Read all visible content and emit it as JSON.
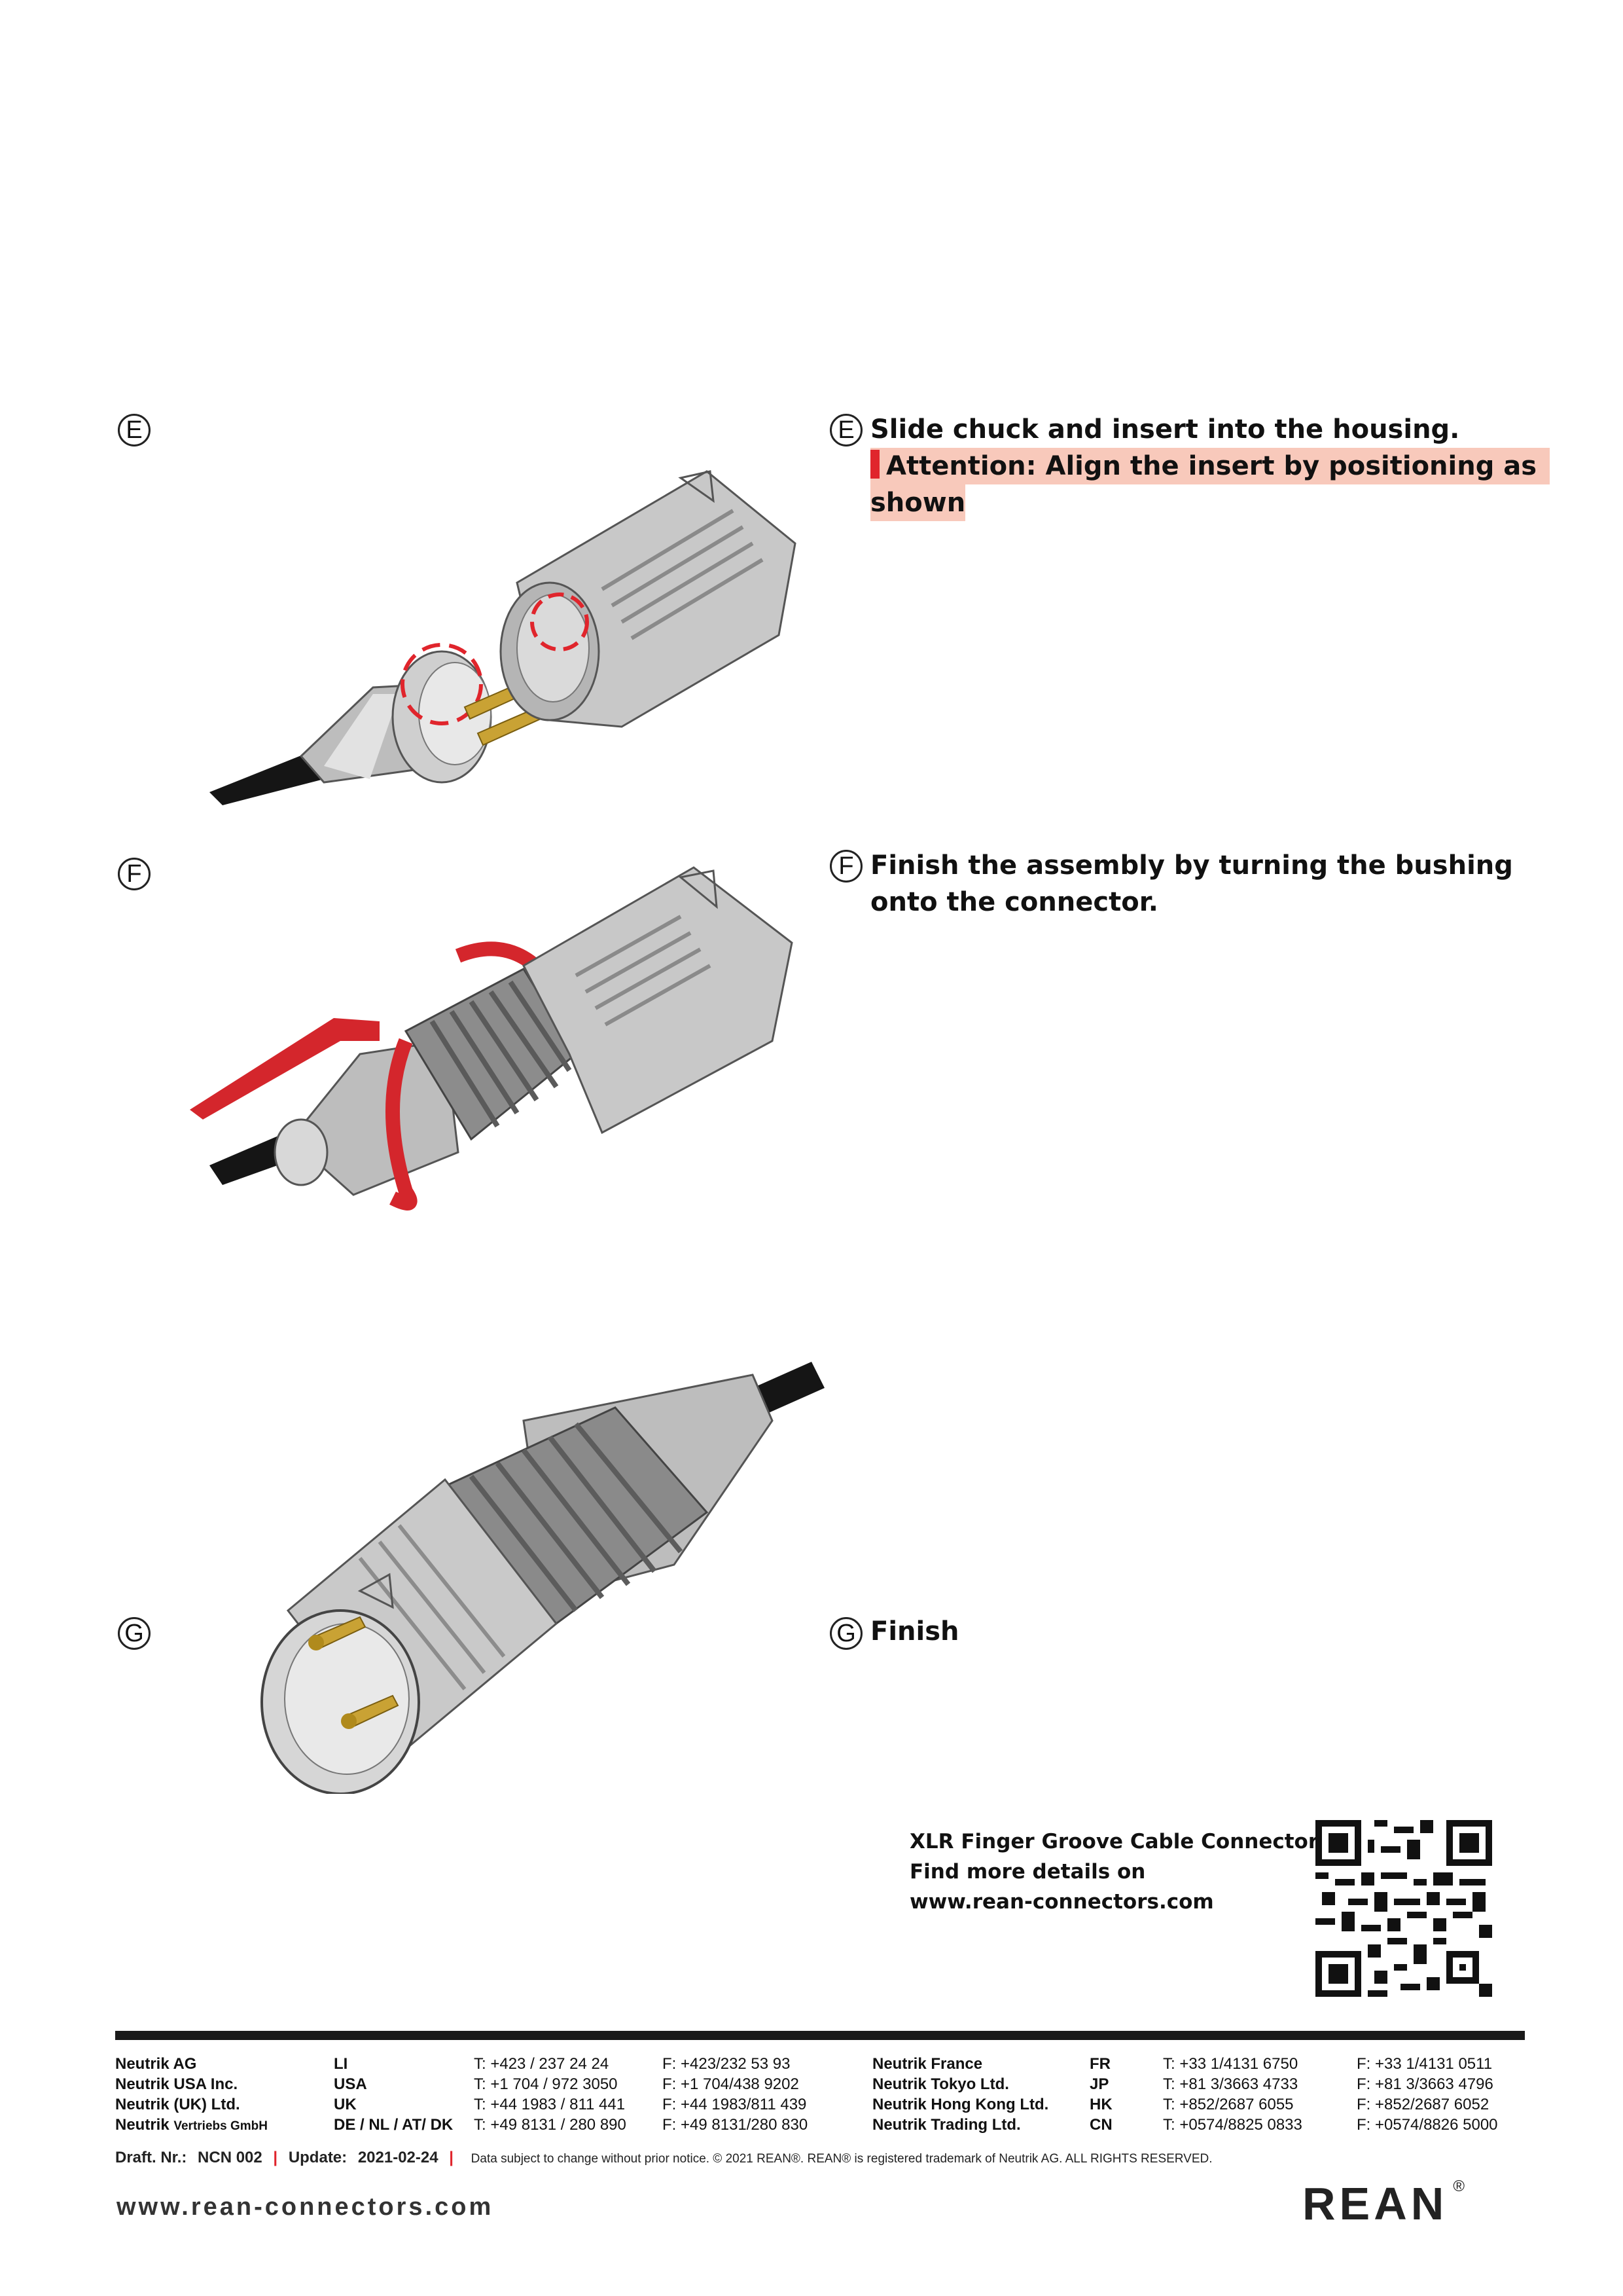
{
  "steps": [
    {
      "letter": "E",
      "title": "Slide chuck and insert into the housing.",
      "attention": "Attention: Align the insert by positioning as",
      "attention_cont": "shown"
    },
    {
      "letter": "F",
      "line1": "Finish the assembly by turning the bushing",
      "line2": "onto the connector."
    },
    {
      "letter": "G",
      "title": "Finish"
    }
  ],
  "promo": {
    "line1": "XLR Finger Groove Cable Connectors:",
    "line2": "Find more details on",
    "line3": "www.rean-connectors.com"
  },
  "addresses_left": [
    {
      "name": "Neutrik AG",
      "name_small": "",
      "code": "LI",
      "tel": "T: +423 / 237 24 24",
      "fax": "F: +423/232 53 93"
    },
    {
      "name": "Neutrik USA Inc.",
      "name_small": "",
      "code": "USA",
      "tel": "T: +1 704 / 972 3050",
      "fax": "F: +1 704/438 9202"
    },
    {
      "name": "Neutrik (UK) Ltd.",
      "name_small": "",
      "code": "UK",
      "tel": "T: +44 1983 / 811 441",
      "fax": "F: +44 1983/811 439"
    },
    {
      "name": "Neutrik",
      "name_small": "Vertriebs GmbH",
      "code": "DE / NL / AT/ DK",
      "tel": "T: +49 8131 / 280 890",
      "fax": "F: +49 8131/280 830"
    }
  ],
  "addresses_right": [
    {
      "name": "Neutrik France",
      "name_small": "",
      "code": "FR",
      "tel": "T: +33 1/4131 6750",
      "fax": "F: +33 1/4131 0511"
    },
    {
      "name": "Neutrik Tokyo Ltd.",
      "name_small": "",
      "code": "JP",
      "tel": "T: +81 3/3663 4733",
      "fax": "F: +81 3/3663 4796"
    },
    {
      "name": "Neutrik Hong Kong Ltd.",
      "name_small": "",
      "code": "HK",
      "tel": "T: +852/2687 6055",
      "fax": "F: +852/2687 6052"
    },
    {
      "name": "Neutrik",
      "name_small": "Trading Ltd.",
      "code": "CN",
      "tel": "T: +0574/8825 0833",
      "fax": "F: +0574/8826 5000"
    }
  ],
  "footer": {
    "draft_label": "Draft. Nr.:",
    "draft_value": "NCN 002",
    "update_label": "Update:",
    "update_value": "2021-02-24",
    "notice": "Data subject to change without prior notice. © 2021 REAN®. REAN® is registered trademark of Neutrik AG. ALL RIGHTS RESERVED.",
    "website": "www.rean-connectors.com",
    "logo": "REAN",
    "logo_reg": "®"
  },
  "colors": {
    "accent_red": "#e0252c",
    "attention_bg": "#f8c9bb",
    "rule": "#1a1a1a"
  }
}
